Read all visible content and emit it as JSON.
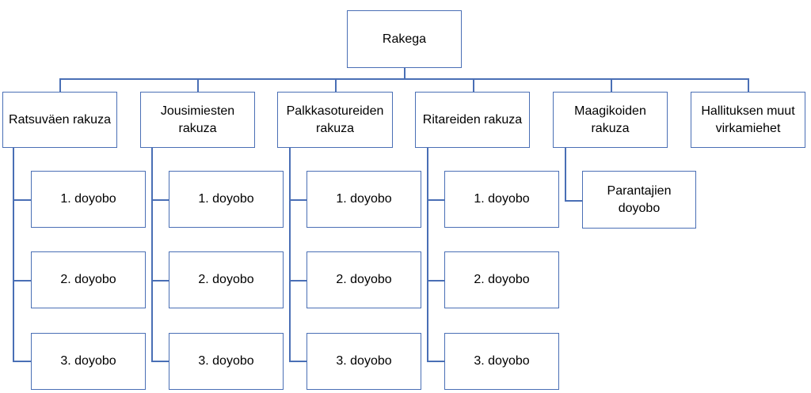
{
  "root": {
    "label": "Rakega"
  },
  "departments": [
    {
      "label": "Ratsuväen rakuza",
      "children": [
        "1. doyobo",
        "2. doyobo",
        "3. doyobo"
      ]
    },
    {
      "label": "Jousimiesten\nrakuza",
      "children": [
        "1. doyobo",
        "2. doyobo",
        "3. doyobo"
      ]
    },
    {
      "label": "Palkkasotureiden\nrakuza",
      "children": [
        "1. doyobo",
        "2. doyobo",
        "3. doyobo"
      ]
    },
    {
      "label": "Ritareiden rakuza",
      "children": [
        "1. doyobo",
        "2. doyobo",
        "3. doyobo"
      ]
    },
    {
      "label": "Maagikoiden\nrakuza",
      "children": [
        "Parantajien\ndoyobo"
      ]
    },
    {
      "label": "Hallituksen muut\nvirkamiehet",
      "children": []
    }
  ],
  "colors": {
    "line": "#4a6fb5",
    "box_fill": "#ffffff",
    "text": "#000000"
  }
}
